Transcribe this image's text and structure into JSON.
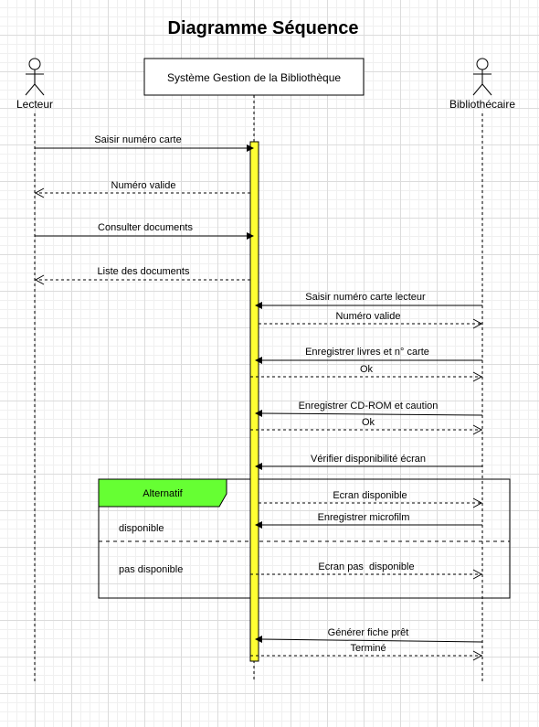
{
  "title": "Diagramme Séquence",
  "colors": {
    "activation": "#ffff33",
    "alt_tag": "#66ff33",
    "line": "#000000"
  },
  "actors": {
    "lecteur": "Lecteur",
    "systeme": "Système Gestion de la Bibliothèque",
    "bibliothecaire": "Bibliothécaire"
  },
  "alt": {
    "tag": "Alternatif",
    "guard_1": "disponible",
    "guard_2": "pas disponible"
  },
  "messages": [
    {
      "label": "Saisir numéro carte",
      "from": "lecteur",
      "to": "systeme",
      "style": "solid"
    },
    {
      "label": "Numéro valide",
      "from": "systeme",
      "to": "lecteur",
      "style": "dashed"
    },
    {
      "label": "Consulter documents",
      "from": "lecteur",
      "to": "systeme",
      "style": "solid"
    },
    {
      "label": "Liste des documents",
      "from": "systeme",
      "to": "lecteur",
      "style": "dashed"
    },
    {
      "label": "Saisir numéro carte lecteur",
      "from": "bibliothecaire",
      "to": "systeme",
      "style": "solid"
    },
    {
      "label": "Numéro valide",
      "from": "systeme",
      "to": "bibliothecaire",
      "style": "dashed"
    },
    {
      "label": "Enregistrer livres et n° carte",
      "from": "bibliothecaire",
      "to": "systeme",
      "style": "solid"
    },
    {
      "label": "Ok",
      "from": "systeme",
      "to": "bibliothecaire",
      "style": "dashed"
    },
    {
      "label": "Enregistrer CD-ROM et caution",
      "from": "bibliothecaire",
      "to": "systeme",
      "style": "solid"
    },
    {
      "label": "Ok",
      "from": "systeme",
      "to": "bibliothecaire",
      "style": "dashed"
    },
    {
      "label": "Vérifier disponibilité écran",
      "from": "bibliothecaire",
      "to": "systeme",
      "style": "solid"
    },
    {
      "label": "Ecran disponible",
      "from": "systeme",
      "to": "bibliothecaire",
      "style": "dashed"
    },
    {
      "label": "Enregistrer microfilm",
      "from": "bibliothecaire",
      "to": "systeme",
      "style": "solid"
    },
    {
      "label": "Ecran pas  disponible",
      "from": "systeme",
      "to": "bibliothecaire",
      "style": "dashed"
    },
    {
      "label": "Générer fiche prêt",
      "from": "bibliothecaire",
      "to": "systeme",
      "style": "solid"
    },
    {
      "label": "Terminé",
      "from": "systeme",
      "to": "bibliothecaire",
      "style": "dashed"
    }
  ]
}
